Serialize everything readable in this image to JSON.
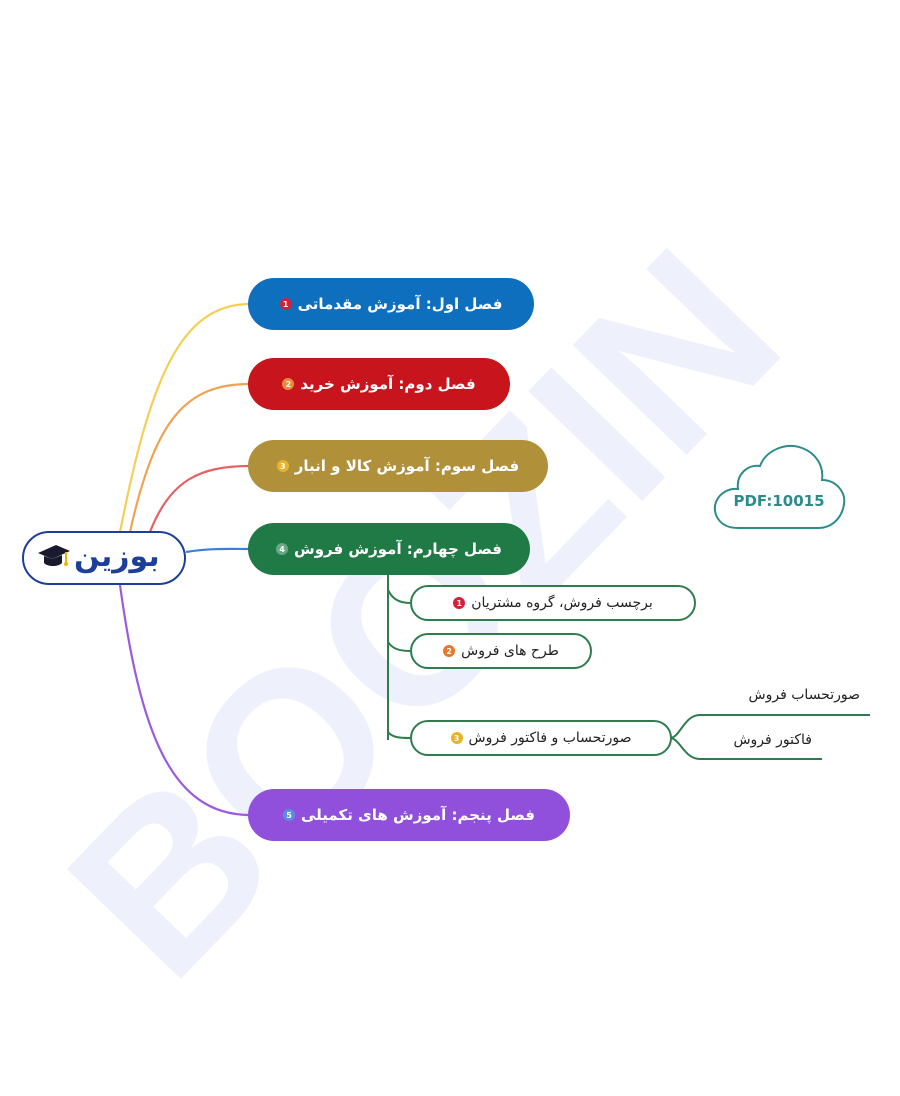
{
  "watermark": {
    "text": "BOOZIN",
    "color": "#eef1fb"
  },
  "central": {
    "logo_text": "بوزین",
    "icon": "graduation-cap-icon"
  },
  "cloud": {
    "label": "PDF:10015",
    "icon": "cloud-icon",
    "color": "#2c8c8c"
  },
  "topics": [
    {
      "label": "فصل اول: آموزش مقدماتی",
      "badge": "1",
      "color": "#0e6fbf",
      "badge_color": "#d6203a"
    },
    {
      "label": "فصل دوم: آموزش خرید",
      "badge": "2",
      "color": "#c8151d",
      "badge_color": "#e88a3a"
    },
    {
      "label": "فصل سوم: آموزش کالا و انبار",
      "badge": "3",
      "color": "#b0913a",
      "badge_color": "#e8b22a"
    },
    {
      "label": "فصل چهارم: آموزش فروش",
      "badge": "4",
      "color": "#1f7a45",
      "badge_color": "#6aa884"
    },
    {
      "label": "فصل پنجم: آموزش های تکمیلی",
      "badge": "5",
      "color": "#9050dc",
      "badge_color": "#5b8ede"
    }
  ],
  "subtopics": [
    {
      "label": "برچسب فروش، گروه مشتریان",
      "badge": "1",
      "badge_color": "#d6203a"
    },
    {
      "label": "طرح های فروش",
      "badge": "2",
      "badge_color": "#e8772a"
    },
    {
      "label": "صورتحساب و فاکتور فروش",
      "badge": "3",
      "badge_color": "#e8b22a"
    }
  ],
  "leaves": [
    {
      "label": "صورتحساب فروش"
    },
    {
      "label": "فاکتور فروش"
    }
  ]
}
